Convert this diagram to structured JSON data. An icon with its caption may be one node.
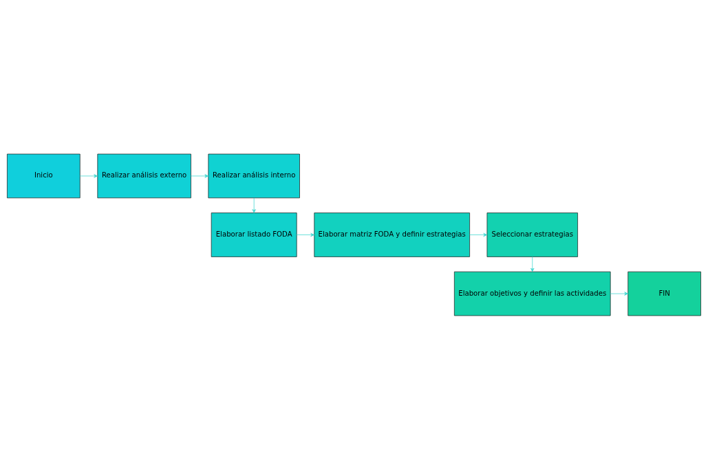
{
  "diagram": {
    "nodes": [
      {
        "text": [
          "Inicio"
        ]
      },
      {
        "text": [
          "Realizar análisis externo"
        ]
      },
      {
        "text": [
          "Realizar análisis interno"
        ]
      },
      {
        "text": [
          "Elaborar listado FODA"
        ]
      },
      {
        "text": [
          "Elaborar matriz FODA y definir estrategias"
        ]
      },
      {
        "text": [
          "Seleccionar estrategias"
        ]
      },
      {
        "text": [
          "Elaborar objetivos y definir las actividades"
        ]
      },
      {
        "text": [
          "FIN"
        ]
      }
    ],
    "edges": [
      {
        "from": 0,
        "to": 1,
        "arrow": "to"
      },
      {
        "from": 1,
        "to": 2,
        "arrow": "to"
      },
      {
        "from": 2,
        "to": 3,
        "arrow": "to"
      },
      {
        "from": 3,
        "to": 4,
        "arrow": "to"
      },
      {
        "from": 4,
        "to": 5,
        "arrow": "to"
      },
      {
        "from": 5,
        "to": 6,
        "arrow": "to"
      },
      {
        "from": 6,
        "to": 7,
        "arrow": "to"
      }
    ]
  }
}
